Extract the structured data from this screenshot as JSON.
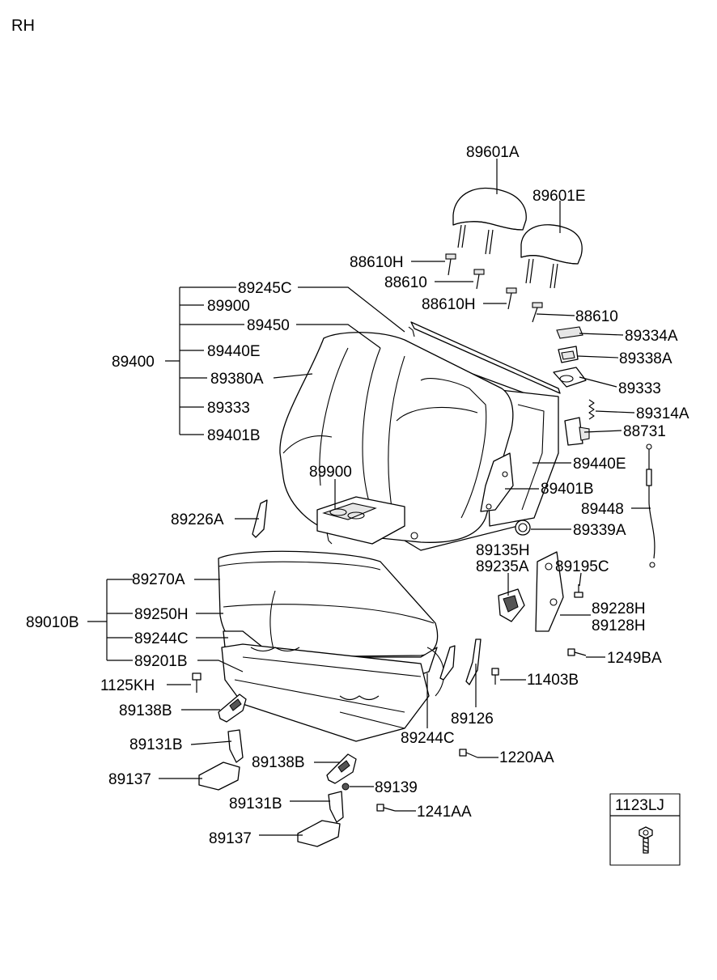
{
  "side_label": "RH",
  "labels": {
    "p89601A": "89601A",
    "p89601E": "89601E",
    "p88610H_1": "88610H",
    "p88610_1": "88610",
    "p88610H_2": "88610H",
    "p88610_2": "88610",
    "p89245C": "89245C",
    "p89900_1": "89900",
    "p89450": "89450",
    "p89400": "89400",
    "p89440E_1": "89440E",
    "p89380A": "89380A",
    "p89333_1": "89333",
    "p89401B_1": "89401B",
    "p89334A": "89334A",
    "p89338A": "89338A",
    "p89333_2": "89333",
    "p89314A": "89314A",
    "p88731": "88731",
    "p89440E_2": "89440E",
    "p89401B_2": "89401B",
    "p89448": "89448",
    "p89339A": "89339A",
    "p89900_2": "89900",
    "p89226A": "89226A",
    "p89135H": "89135H",
    "p89235A": "89235A",
    "p89195C": "89195C",
    "p89228H": "89228H",
    "p89128H": "89128H",
    "p1249BA": "1249BA",
    "p89270A": "89270A",
    "p89010B": "89010B",
    "p89250H": "89250H",
    "p89244C_1": "89244C",
    "p89201B": "89201B",
    "p1125KH": "1125KH",
    "p11403B": "11403B",
    "p89138B_1": "89138B",
    "p89126": "89126",
    "p89244C_2": "89244C",
    "p89131B_1": "89131B",
    "p1220AA": "1220AA",
    "p89138B_2": "89138B",
    "p89137_1": "89137",
    "p89139": "89139",
    "p89131B_2": "89131B",
    "p1241AA": "1241AA",
    "p89137_2": "89137"
  },
  "legend_box": {
    "title": "1123LJ"
  }
}
